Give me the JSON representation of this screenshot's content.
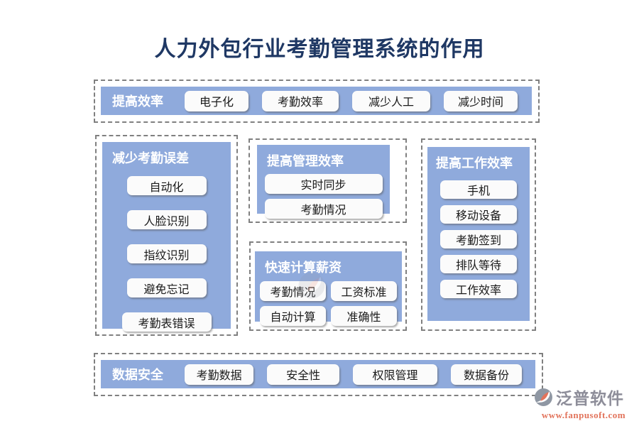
{
  "title": "人力外包行业考勤管理系统的作用",
  "colors": {
    "panel_blue": "#8faadc",
    "title_navy": "#1f3864",
    "dash_gray": "#808080",
    "button_bg": "#fbfbfb",
    "brand_gray": "#8d8d99",
    "brand_orange": "#e2735b"
  },
  "top_band": {
    "label": "提高效率",
    "items": [
      "电子化",
      "考勤效率",
      "减少人工",
      "减少时间"
    ]
  },
  "panels": {
    "left": {
      "title": "减少考勤误差",
      "items": [
        "自动化",
        "人脸识别",
        "指纹识别",
        "避免忘记",
        "考勤表错误"
      ]
    },
    "middle_top": {
      "title": "提高管理效率",
      "items": [
        "实时同步",
        "考勤情况"
      ]
    },
    "middle_bottom": {
      "title": "快速计算薪资",
      "items": [
        "考勤情况",
        "工资标准",
        "自动计算",
        "准确性"
      ]
    },
    "right": {
      "title": "提高工作效率",
      "items": [
        "手机",
        "移动设备",
        "考勤签到",
        "排队等待",
        "工作效率"
      ]
    }
  },
  "bottom_band": {
    "label": "数据安全",
    "items": [
      "考勤数据",
      "安全性",
      "权限管理",
      "数据备份"
    ]
  },
  "footer": {
    "brand": "泛普软件",
    "url": "www.fanpusoft.com"
  }
}
